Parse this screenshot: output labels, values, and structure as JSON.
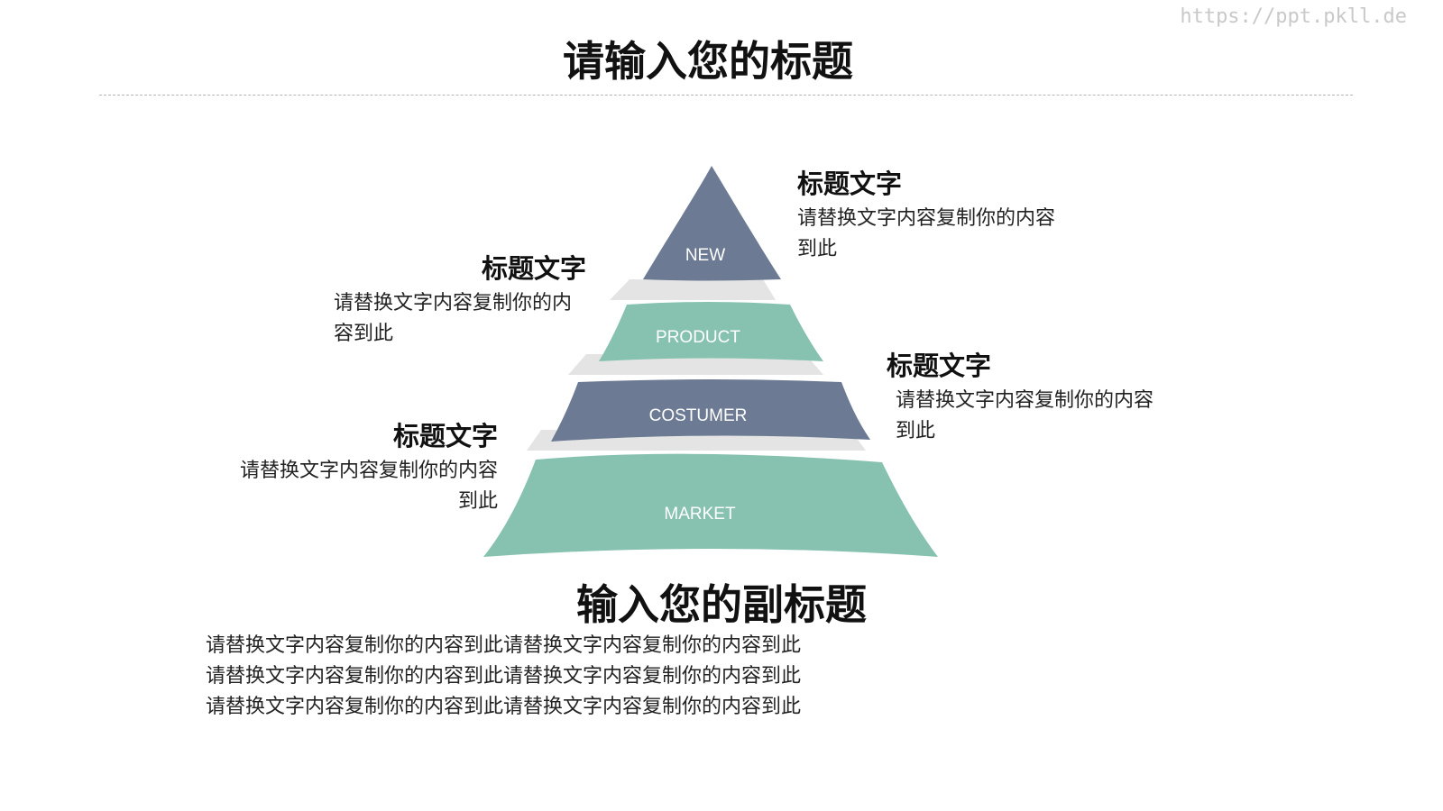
{
  "watermark": "https://ppt.pkll.de",
  "page_title": "请输入您的标题",
  "pyramid": {
    "colors": {
      "slate": "#6c7a93",
      "mint": "#87c2b0",
      "band": "#e4e4e4"
    },
    "tiers": [
      {
        "label": "NEW",
        "color": "#6c7a93"
      },
      {
        "label": "PRODUCT",
        "color": "#87c2b0"
      },
      {
        "label": "COSTUMER",
        "color": "#6c7a93"
      },
      {
        "label": "MARKET",
        "color": "#87c2b0"
      }
    ]
  },
  "callouts": [
    {
      "title": "标题文字",
      "body_lines": [
        "请替换文字内容复制你的内容",
        "到此"
      ]
    },
    {
      "title": "标题文字",
      "body_lines": [
        "请替换文字内容复制你的内",
        "容到此"
      ]
    },
    {
      "title": "标题文字",
      "body_lines": [
        "请替换文字内容复制你的内容",
        "到此"
      ]
    },
    {
      "title": "标题文字",
      "body_lines": [
        "请替换文字内容复制你的内容",
        "到此"
      ]
    }
  ],
  "subtitle": "输入您的副标题",
  "body_lines": [
    "请替换文字内容复制你的内容到此请替换文字内容复制你的内容到此",
    "请替换文字内容复制你的内容到此请替换文字内容复制你的内容到此",
    "请替换文字内容复制你的内容到此请替换文字内容复制你的内容到此"
  ]
}
